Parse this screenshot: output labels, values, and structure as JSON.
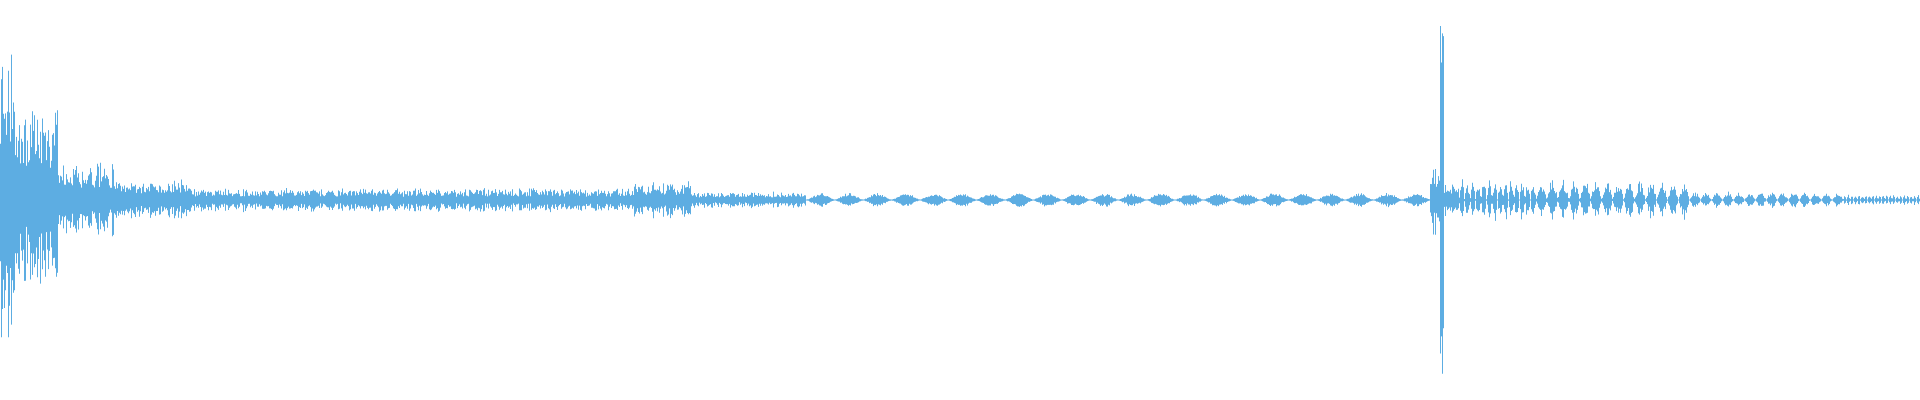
{
  "waveform": {
    "color": "#5DADE2",
    "background": "#ffffff",
    "segments": [
      {
        "start": 0.0,
        "end": 0.008,
        "amp": 0.95,
        "kind": "noise"
      },
      {
        "start": 0.008,
        "end": 0.03,
        "amp": 0.55,
        "kind": "noise"
      },
      {
        "start": 0.03,
        "end": 0.06,
        "amp": 0.22,
        "kind": "noise"
      },
      {
        "start": 0.06,
        "end": 0.1,
        "amp": 0.12,
        "kind": "noise"
      },
      {
        "start": 0.1,
        "end": 0.33,
        "amp": 0.07,
        "kind": "noise"
      },
      {
        "start": 0.33,
        "end": 0.36,
        "amp": 0.11,
        "kind": "noise"
      },
      {
        "start": 0.36,
        "end": 0.42,
        "amp": 0.05,
        "kind": "noise"
      },
      {
        "start": 0.42,
        "end": 0.745,
        "amp": 0.04,
        "kind": "blips"
      },
      {
        "start": 0.745,
        "end": 0.75,
        "amp": 0.22,
        "kind": "noise"
      },
      {
        "start": 0.75,
        "end": 0.752,
        "amp": 1.0,
        "kind": "spike"
      },
      {
        "start": 0.752,
        "end": 0.76,
        "amp": 0.1,
        "kind": "noise"
      },
      {
        "start": 0.76,
        "end": 0.8,
        "amp": 0.13,
        "kind": "bursts"
      },
      {
        "start": 0.8,
        "end": 0.88,
        "amp": 0.12,
        "kind": "bursts"
      },
      {
        "start": 0.88,
        "end": 0.96,
        "amp": 0.05,
        "kind": "bursts"
      },
      {
        "start": 0.96,
        "end": 1.0,
        "amp": 0.03,
        "kind": "blips"
      }
    ]
  }
}
